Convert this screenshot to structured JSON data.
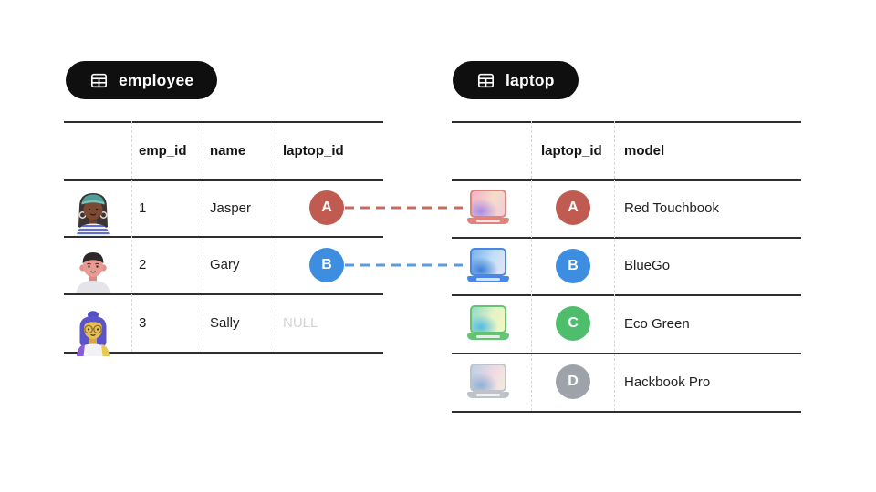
{
  "canvas": {
    "background": "#ffffff"
  },
  "employee_table": {
    "label": "employee",
    "pill_icon": "table-grid-icon",
    "pill_color": "#0f0f0f",
    "columns": [
      "emp_id",
      "name",
      "laptop_id"
    ],
    "rows": [
      {
        "avatar": "woman-teal-cap-avatar",
        "emp_id": "1",
        "name": "Jasper",
        "laptop_id": "A",
        "badge_color": "#C05B51"
      },
      {
        "avatar": "man-black-hair-avatar",
        "emp_id": "2",
        "name": "Gary",
        "laptop_id": "B",
        "badge_color": "#3D8EE0"
      },
      {
        "avatar": "woman-purple-hair-glasses-avatar",
        "emp_id": "3",
        "name": "Sally",
        "laptop_id": "NULL",
        "null_color": "#D4D4D7"
      }
    ]
  },
  "laptop_table": {
    "label": "laptop",
    "pill_icon": "table-grid-icon",
    "pill_color": "#0f0f0f",
    "columns": [
      "laptop_id",
      "model"
    ],
    "rows": [
      {
        "icon": "red-laptop-icon",
        "laptop_id": "A",
        "model": "Red Touchbook",
        "badge_color": "#C05B51",
        "frame": "#E0837B",
        "s1": "#F3AFC9",
        "s2": "#A98BE8",
        "s3": "#F6DCC9",
        "s4": "#F3CBDA"
      },
      {
        "icon": "blue-laptop-icon",
        "laptop_id": "B",
        "model": "BlueGo",
        "badge_color": "#3D8EE0",
        "frame": "#4887E6",
        "s1": "#79AEEC",
        "s2": "#3F7FD8",
        "s3": "#BFE0F6",
        "s4": "#E9E3F8"
      },
      {
        "icon": "green-laptop-icon",
        "laptop_id": "C",
        "model": "Eco Green",
        "badge_color": "#4FBE6C",
        "frame": "#63C474",
        "s1": "#8FD8C8",
        "s2": "#54BCE0",
        "s3": "#E4F3C6",
        "s4": "#F4F7C2"
      },
      {
        "icon": "silver-laptop-icon",
        "laptop_id": "D",
        "model": "Hackbook Pro",
        "badge_color": "#9EA3A9",
        "frame": "#BFC3C9",
        "s1": "#B9CFE4",
        "s2": "#8FB2D4",
        "s3": "#EFD9E4",
        "s4": "#F4ECDC"
      }
    ]
  },
  "connections": [
    {
      "from": "employee.laptop_id.A",
      "to": "laptop.laptop_id.A",
      "line_style": "dashed",
      "color": "#C96A5C"
    },
    {
      "from": "employee.laptop_id.B",
      "to": "laptop.laptop_id.B",
      "line_style": "dashed",
      "color": "#5B9BE2"
    }
  ],
  "line_colors": {
    "table_border": "#2f2f2f",
    "column_divider": "#d9d9d9"
  }
}
